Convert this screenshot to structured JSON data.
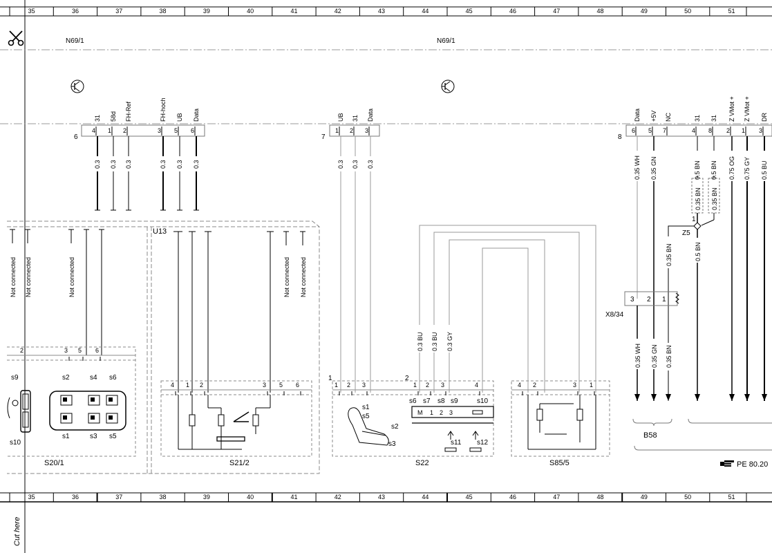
{
  "grid": {
    "top_numbers": [
      "35",
      "36",
      "37",
      "38",
      "39",
      "40",
      "41",
      "42",
      "43",
      "44",
      "45",
      "46",
      "47",
      "48",
      "49",
      "50",
      "51"
    ],
    "bottom_numbers": [
      "35",
      "36",
      "37",
      "38",
      "39",
      "40",
      "41",
      "42",
      "43",
      "44",
      "45",
      "46",
      "47",
      "48",
      "49",
      "50",
      "51"
    ]
  },
  "cut_here": "Cut here",
  "modules": {
    "left": "N69/1",
    "right": "N69/1"
  },
  "connectors": {
    "c6": {
      "id": "6",
      "pins": [
        {
          "num": "4",
          "name": "31",
          "wire": "0.3"
        },
        {
          "num": "1",
          "name": "58d",
          "wire": "0.3"
        },
        {
          "num": "2",
          "name": "FH-Ref",
          "wire": "0.3"
        },
        {
          "num": "3",
          "name": "FH-hoch",
          "wire": "0.3"
        },
        {
          "num": "5",
          "name": "UB",
          "wire": "0.3"
        },
        {
          "num": "6",
          "name": "Data",
          "wire": "0.3"
        }
      ]
    },
    "c7": {
      "id": "7",
      "pins": [
        {
          "num": "1",
          "name": "UB",
          "wire": "0.3"
        },
        {
          "num": "2",
          "name": "31",
          "wire": "0.3"
        },
        {
          "num": "3",
          "name": "Data",
          "wire": "0.3"
        }
      ]
    },
    "c8": {
      "id": "8",
      "pins": [
        {
          "num": "6",
          "name": "Data",
          "wire": "0.35 WH"
        },
        {
          "num": "5",
          "name": "+5V",
          "wire": "0.35 GN"
        },
        {
          "num": "7",
          "name": "NC",
          "wire": ""
        },
        {
          "num": "4",
          "name": "31",
          "wire": "0.5 BN"
        },
        {
          "num": "8",
          "name": "31",
          "wire": "0.5 BN"
        },
        {
          "num": "2",
          "name": "Z VMot +",
          "wire": "0.75 OG"
        },
        {
          "num": "1",
          "name": "Z VMot +",
          "wire": "0.75 GY"
        },
        {
          "num": "3",
          "name": "DR",
          "wire": "0.5 BU"
        }
      ]
    }
  },
  "not_connected": "Not connected",
  "u13": "U13",
  "splice": {
    "id": "Z5",
    "pin": "1",
    "wire_a": "0.35 BN",
    "wire_b": "0.35 BN",
    "wire_c": "0.35 BN",
    "wire_d": "0.5 BN"
  },
  "x834": {
    "id": "X8/34",
    "pins": [
      "3",
      "2",
      "1"
    ]
  },
  "b58": {
    "id": "B58",
    "wires": [
      "0.35 WH",
      "0.35 GN",
      "0.35 BN"
    ]
  },
  "ref": "PE 80.20",
  "s20_1": {
    "id": "S20/1",
    "pins": [
      "2",
      "3",
      "5",
      "6"
    ],
    "switches": [
      "s9",
      "s2",
      "s4",
      "s6",
      "s10",
      "s1",
      "s3",
      "s5"
    ]
  },
  "s21_2": {
    "id": "S21/2",
    "pins": [
      "4",
      "1",
      "2",
      "3",
      "5",
      "6"
    ]
  },
  "s22": {
    "id": "S22",
    "group1_id": "1",
    "group1_pins": [
      "1",
      "2",
      "3"
    ],
    "group2_id": "2",
    "group2_pins": [
      "1",
      "2",
      "3",
      "4"
    ],
    "wires": [
      "0.3 BU",
      "0.3 BU",
      "0.3 GY"
    ],
    "switches": [
      "s1",
      "s5",
      "s2",
      "s3",
      "s6",
      "s7",
      "s8",
      "s9",
      "s10",
      "s11",
      "s12"
    ],
    "keypad": [
      "M",
      "1",
      "2",
      "3"
    ]
  },
  "s85_5": {
    "id": "S85/5",
    "pins": [
      "4",
      "2",
      "3",
      "1"
    ]
  }
}
